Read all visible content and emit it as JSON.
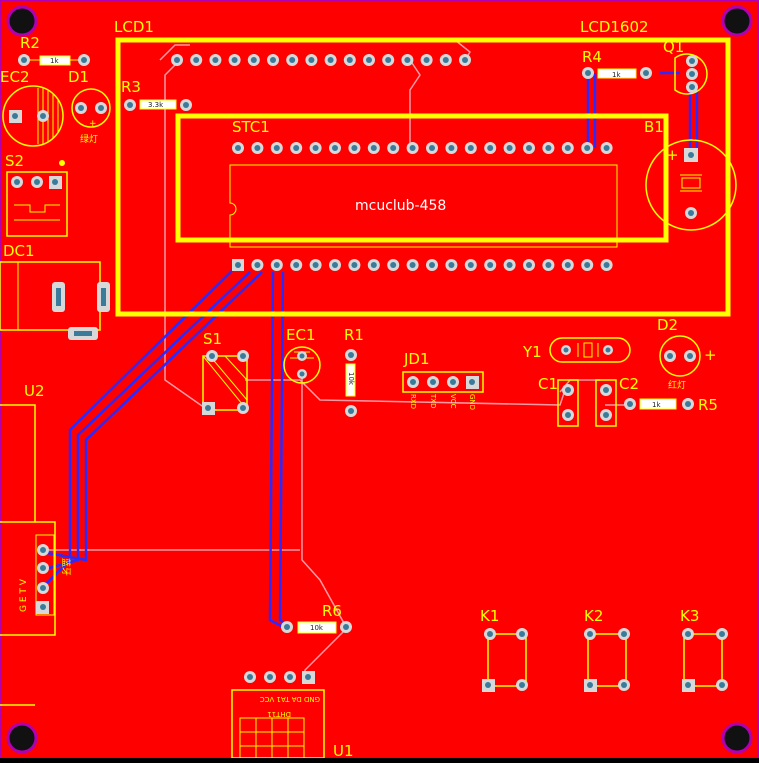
{
  "colors": {
    "board": "#ff0000",
    "silk": "#ffff00",
    "trace_blue": "#2a2aff",
    "trace_pink": "#ff9aa5",
    "pad": "#d8d8d8",
    "hole": "#3a7a9a"
  },
  "labels": {
    "lcd1": "LCD1",
    "lcd1602": "LCD1602",
    "r2": "R2",
    "r2_val": "1k",
    "ec2": "EC2",
    "d1": "D1",
    "d1_note": "绿灯",
    "r3": "R3",
    "r3_val": "3.3k",
    "r4": "R4",
    "r4_val": "1k",
    "q1": "Q1",
    "stc1": "STC1",
    "b1": "B1",
    "mcu_text": "mcuclub-458",
    "s2": "S2",
    "dc1": "DC1",
    "u2": "U2",
    "u2_pins": "G E T V",
    "u2_note": "蓝牙",
    "s1": "S1",
    "ec1": "EC1",
    "r1": "R1",
    "r1_val": "10k",
    "jd1": "JD1",
    "jd1_pins": [
      "RXD",
      "TXD",
      "VCC",
      "GND"
    ],
    "y1": "Y1",
    "d2": "D2",
    "d2_note": "红灯",
    "c1": "C1",
    "c2": "C2",
    "r5": "R5",
    "r5_val": "1k",
    "r6": "R6",
    "r6_val": "10k",
    "k1": "K1",
    "k2": "K2",
    "k3": "K3",
    "u1": "U1",
    "u1_pins": "GND DA TA1 VCC",
    "u1_note": "DHT11",
    "plus": "+"
  }
}
